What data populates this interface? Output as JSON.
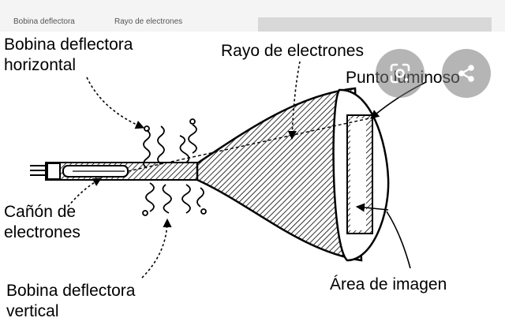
{
  "header": {
    "tab_labels": [
      "Bobina deflectora",
      "Rayo de electrones"
    ]
  },
  "diagram": {
    "labels": {
      "horizontal_coil": [
        "Bobina deflectora",
        "horizontal"
      ],
      "electron_beam": "Rayo de electrones",
      "light_spot": "Punto luminoso",
      "electron_gun": [
        "Cañón de",
        "electrones"
      ],
      "vertical_coil": [
        "Bobina deflectora",
        "vertical"
      ],
      "image_area": "Área de imagen"
    }
  },
  "overlay": {
    "buttons": [
      {
        "name": "lens-button",
        "icon": "google-lens-icon"
      },
      {
        "name": "share-button",
        "icon": "share-icon"
      }
    ]
  },
  "colors": {
    "ink": "#000000",
    "background": "#ffffff",
    "overlay": "#787878"
  }
}
